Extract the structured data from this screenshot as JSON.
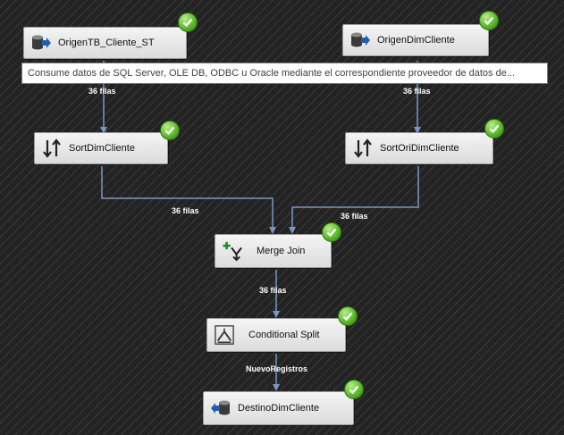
{
  "components": {
    "origen_tb": {
      "label": "OrigenTB_Cliente_ST",
      "icon": "db-source-icon"
    },
    "origen_dim": {
      "label": "OrigenDimCliente",
      "icon": "db-source-icon"
    },
    "sort_dim": {
      "label": "SortDimCliente",
      "icon": "sort-icon"
    },
    "sort_ori": {
      "label": "SortOriDimCliente",
      "icon": "sort-icon"
    },
    "merge_join": {
      "label": "Merge Join",
      "icon": "merge-join-icon"
    },
    "conditional_split": {
      "label": "Conditional Split",
      "icon": "conditional-split-icon"
    },
    "destino": {
      "label": "DestinoDimCliente",
      "icon": "db-destination-icon"
    }
  },
  "flows": {
    "origen_tb_to_sort": "36 filas",
    "origen_dim_to_sort": "36 filas",
    "sort_dim_to_merge": "36 filas",
    "sort_ori_to_merge": "36 filas",
    "merge_to_split": "36 filas",
    "split_to_destino": "NuevoRegistros"
  },
  "tooltip": {
    "text": "Consume datos de SQL Server, OLE DB, ODBC u Oracle mediante el correspondiente proveedor de datos de..."
  },
  "colors": {
    "background": "#232323",
    "flow_line": "#7b96c4",
    "success": "#4fae1f"
  }
}
